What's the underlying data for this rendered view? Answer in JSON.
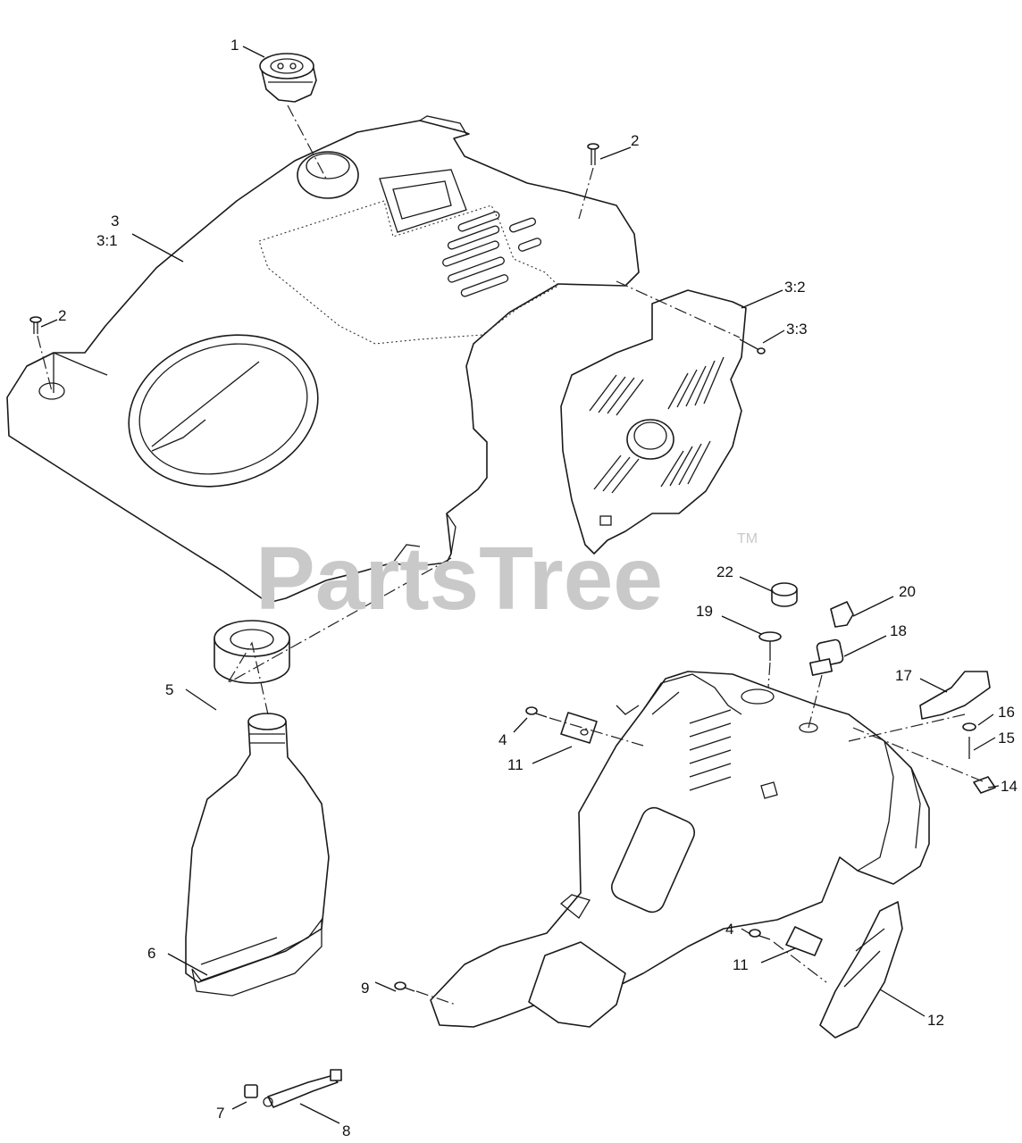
{
  "watermark": {
    "text": "PartsTree",
    "tm": "TM",
    "color": "#c9c9c9"
  },
  "callouts": [
    {
      "id": "c1",
      "text": "1"
    },
    {
      "id": "c2a",
      "text": "2"
    },
    {
      "id": "c2b",
      "text": "2"
    },
    {
      "id": "c3",
      "text": "3"
    },
    {
      "id": "c31",
      "text": "3:1"
    },
    {
      "id": "c32",
      "text": "3:2"
    },
    {
      "id": "c33",
      "text": "3:3"
    },
    {
      "id": "c4a",
      "text": "4"
    },
    {
      "id": "c4b",
      "text": "4"
    },
    {
      "id": "c5",
      "text": "5"
    },
    {
      "id": "c6",
      "text": "6"
    },
    {
      "id": "c7",
      "text": "7"
    },
    {
      "id": "c8",
      "text": "8"
    },
    {
      "id": "c9",
      "text": "9"
    },
    {
      "id": "c11a",
      "text": "11"
    },
    {
      "id": "c11b",
      "text": "11"
    },
    {
      "id": "c12",
      "text": "12"
    },
    {
      "id": "c14",
      "text": "14"
    },
    {
      "id": "c15",
      "text": "15"
    },
    {
      "id": "c16",
      "text": "16"
    },
    {
      "id": "c17",
      "text": "17"
    },
    {
      "id": "c18",
      "text": "18"
    },
    {
      "id": "c19",
      "text": "19"
    },
    {
      "id": "c20",
      "text": "20"
    },
    {
      "id": "c22",
      "text": "22"
    }
  ]
}
